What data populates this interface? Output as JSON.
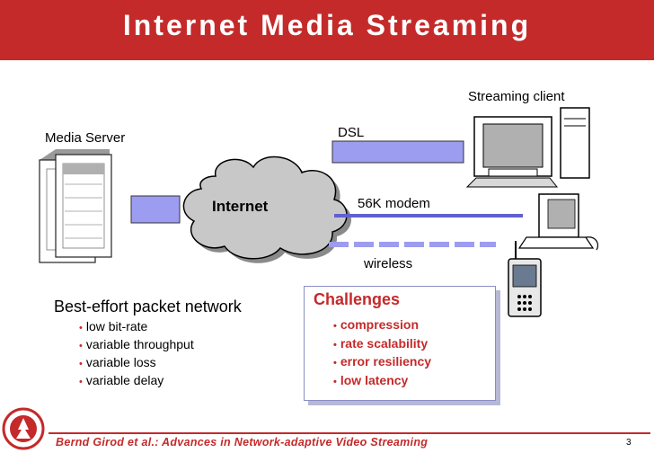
{
  "title": "Internet Media Streaming",
  "labels": {
    "streaming_client": "Streaming client",
    "media_server": "Media Server",
    "dsl": "DSL",
    "internet": "Internet",
    "modem": "56K modem",
    "wireless": "wireless"
  },
  "network": {
    "heading": "Best-effort packet network",
    "items": [
      "low bit-rate",
      "variable throughput",
      "variable loss",
      "variable delay"
    ]
  },
  "challenges": {
    "heading": "Challenges",
    "items": [
      "compression",
      "rate scalability",
      "error resiliency",
      "low latency"
    ]
  },
  "footer": {
    "text": "Bernd Girod et al.: Advances in Network-adaptive Video Streaming",
    "page": "3"
  },
  "colors": {
    "accent": "#c42a2a",
    "link_fill": "#9c9cf0",
    "cloud_fill": "#c8c8c8"
  },
  "icons": [
    "server-icon",
    "cloud-icon",
    "desktop-computer-icon",
    "videophone-icon",
    "mobile-phone-icon",
    "stanford-seal-icon"
  ]
}
